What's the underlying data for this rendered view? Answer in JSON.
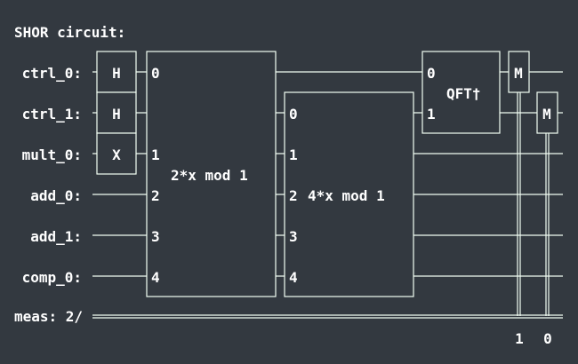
{
  "title": "SHOR circuit:",
  "qubits": [
    "ctrl_0:",
    "ctrl_1:",
    "mult_0:",
    "add_0:",
    "add_1:",
    "comp_0:"
  ],
  "classical": {
    "label": "meas: 2/"
  },
  "gates": {
    "h0": "H",
    "h1": "H",
    "x2": "X",
    "mod1": {
      "label": "2*x mod 1",
      "ports": [
        "0",
        "1",
        "2",
        "3",
        "4"
      ]
    },
    "mod2": {
      "label": "4*x mod 1",
      "ports": [
        "0",
        "1",
        "2",
        "3",
        "4"
      ]
    },
    "qft": {
      "label": "QFT†",
      "ports": [
        "0",
        "1"
      ]
    },
    "meas0": "M",
    "meas1": "M"
  },
  "meas_indices": [
    "1",
    "0"
  ],
  "colors": {
    "background": "#333940",
    "wire": "#f2fff4",
    "text": "#ffffff"
  }
}
